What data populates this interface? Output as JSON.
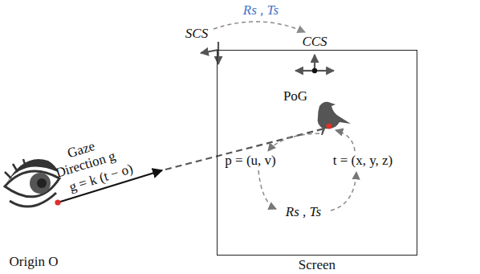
{
  "diagram": {
    "nodes": [
      {
        "text": [
          "Screen"
        ]
      }
    ],
    "labels": [
      "SCS",
      "Rs , Ts",
      "CCS",
      "PoG",
      "p = (u, v)",
      "t = (x, y, z)",
      "Rs , Ts",
      "Gaze Direction g",
      "g = k (t − o)",
      "Origin O"
    ]
  }
}
